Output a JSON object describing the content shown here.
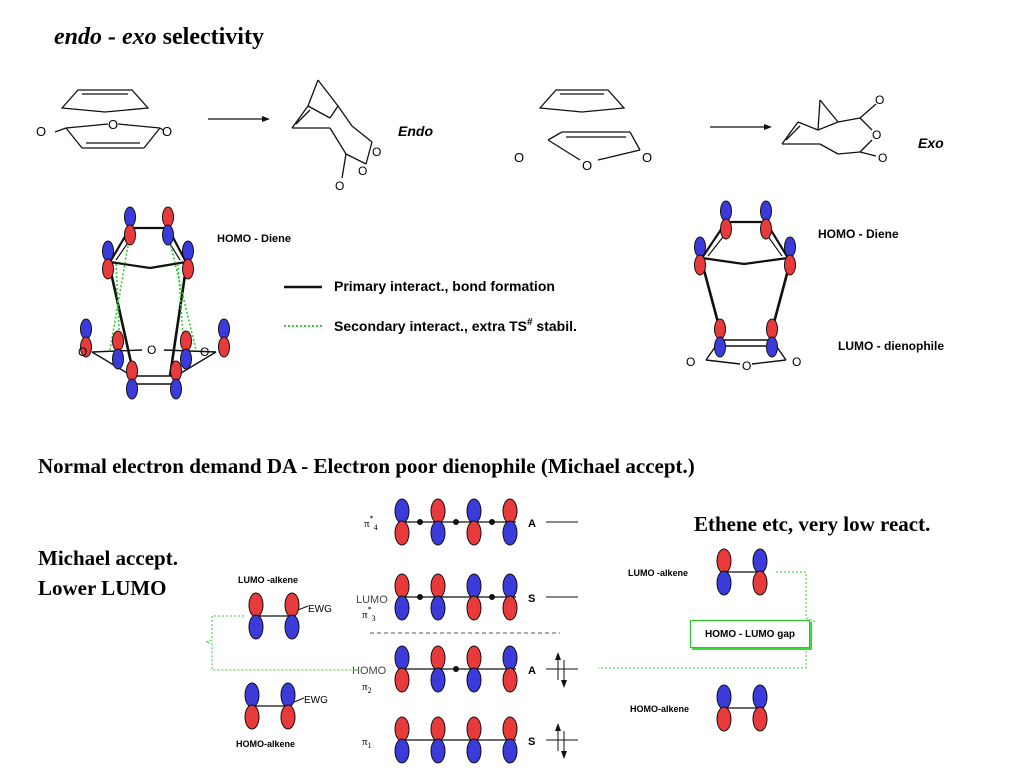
{
  "title": {
    "italic_part": "endo - exo",
    "rest": " selectivity"
  },
  "reactions": {
    "endo_label": "Endo",
    "exo_label": "Exo",
    "atom_O": "O"
  },
  "endo_diagram": {
    "homo_label": "HOMO - Diene"
  },
  "exo_diagram": {
    "homo_label": "HOMO - Diene",
    "lumo_label": "LUMO - dienophile"
  },
  "legend": {
    "primary": "Primary interact., bond formation",
    "secondary_pre": "Secondary interact., extra TS",
    "secondary_sup": "#",
    "secondary_post": " stabil."
  },
  "section2_heading": "Normal electron demand DA - Electron poor dienophile (Michael accept.)",
  "michael": {
    "line1": "Michael accept.",
    "line2": "Lower LUMO"
  },
  "ethene": "Ethene etc, very low react.",
  "left_mo": {
    "lumo_label": "LUMO -alkene",
    "homo_label": "HOMO-alkene",
    "ewg": "EWG"
  },
  "center_mo": {
    "pi4": "π",
    "pi4_sup": "*",
    "pi4_sub": "4",
    "lumo": "LUMO",
    "pi3": "π",
    "pi3_sup": "*",
    "pi3_sub": "3",
    "homo": "HOMO",
    "pi2": "π",
    "pi2_sub": "2",
    "pi1": "π",
    "pi1_sub": "1",
    "sym_A": "A",
    "sym_S": "S"
  },
  "right_mo": {
    "lumo_label": "LUMO -alkene",
    "homo_label": "HOMO-alkene",
    "gap_label": "HOMO - LUMO gap"
  },
  "colors": {
    "red": "#e8393b",
    "blue": "#3b3bdc",
    "green": "#33cc33"
  }
}
